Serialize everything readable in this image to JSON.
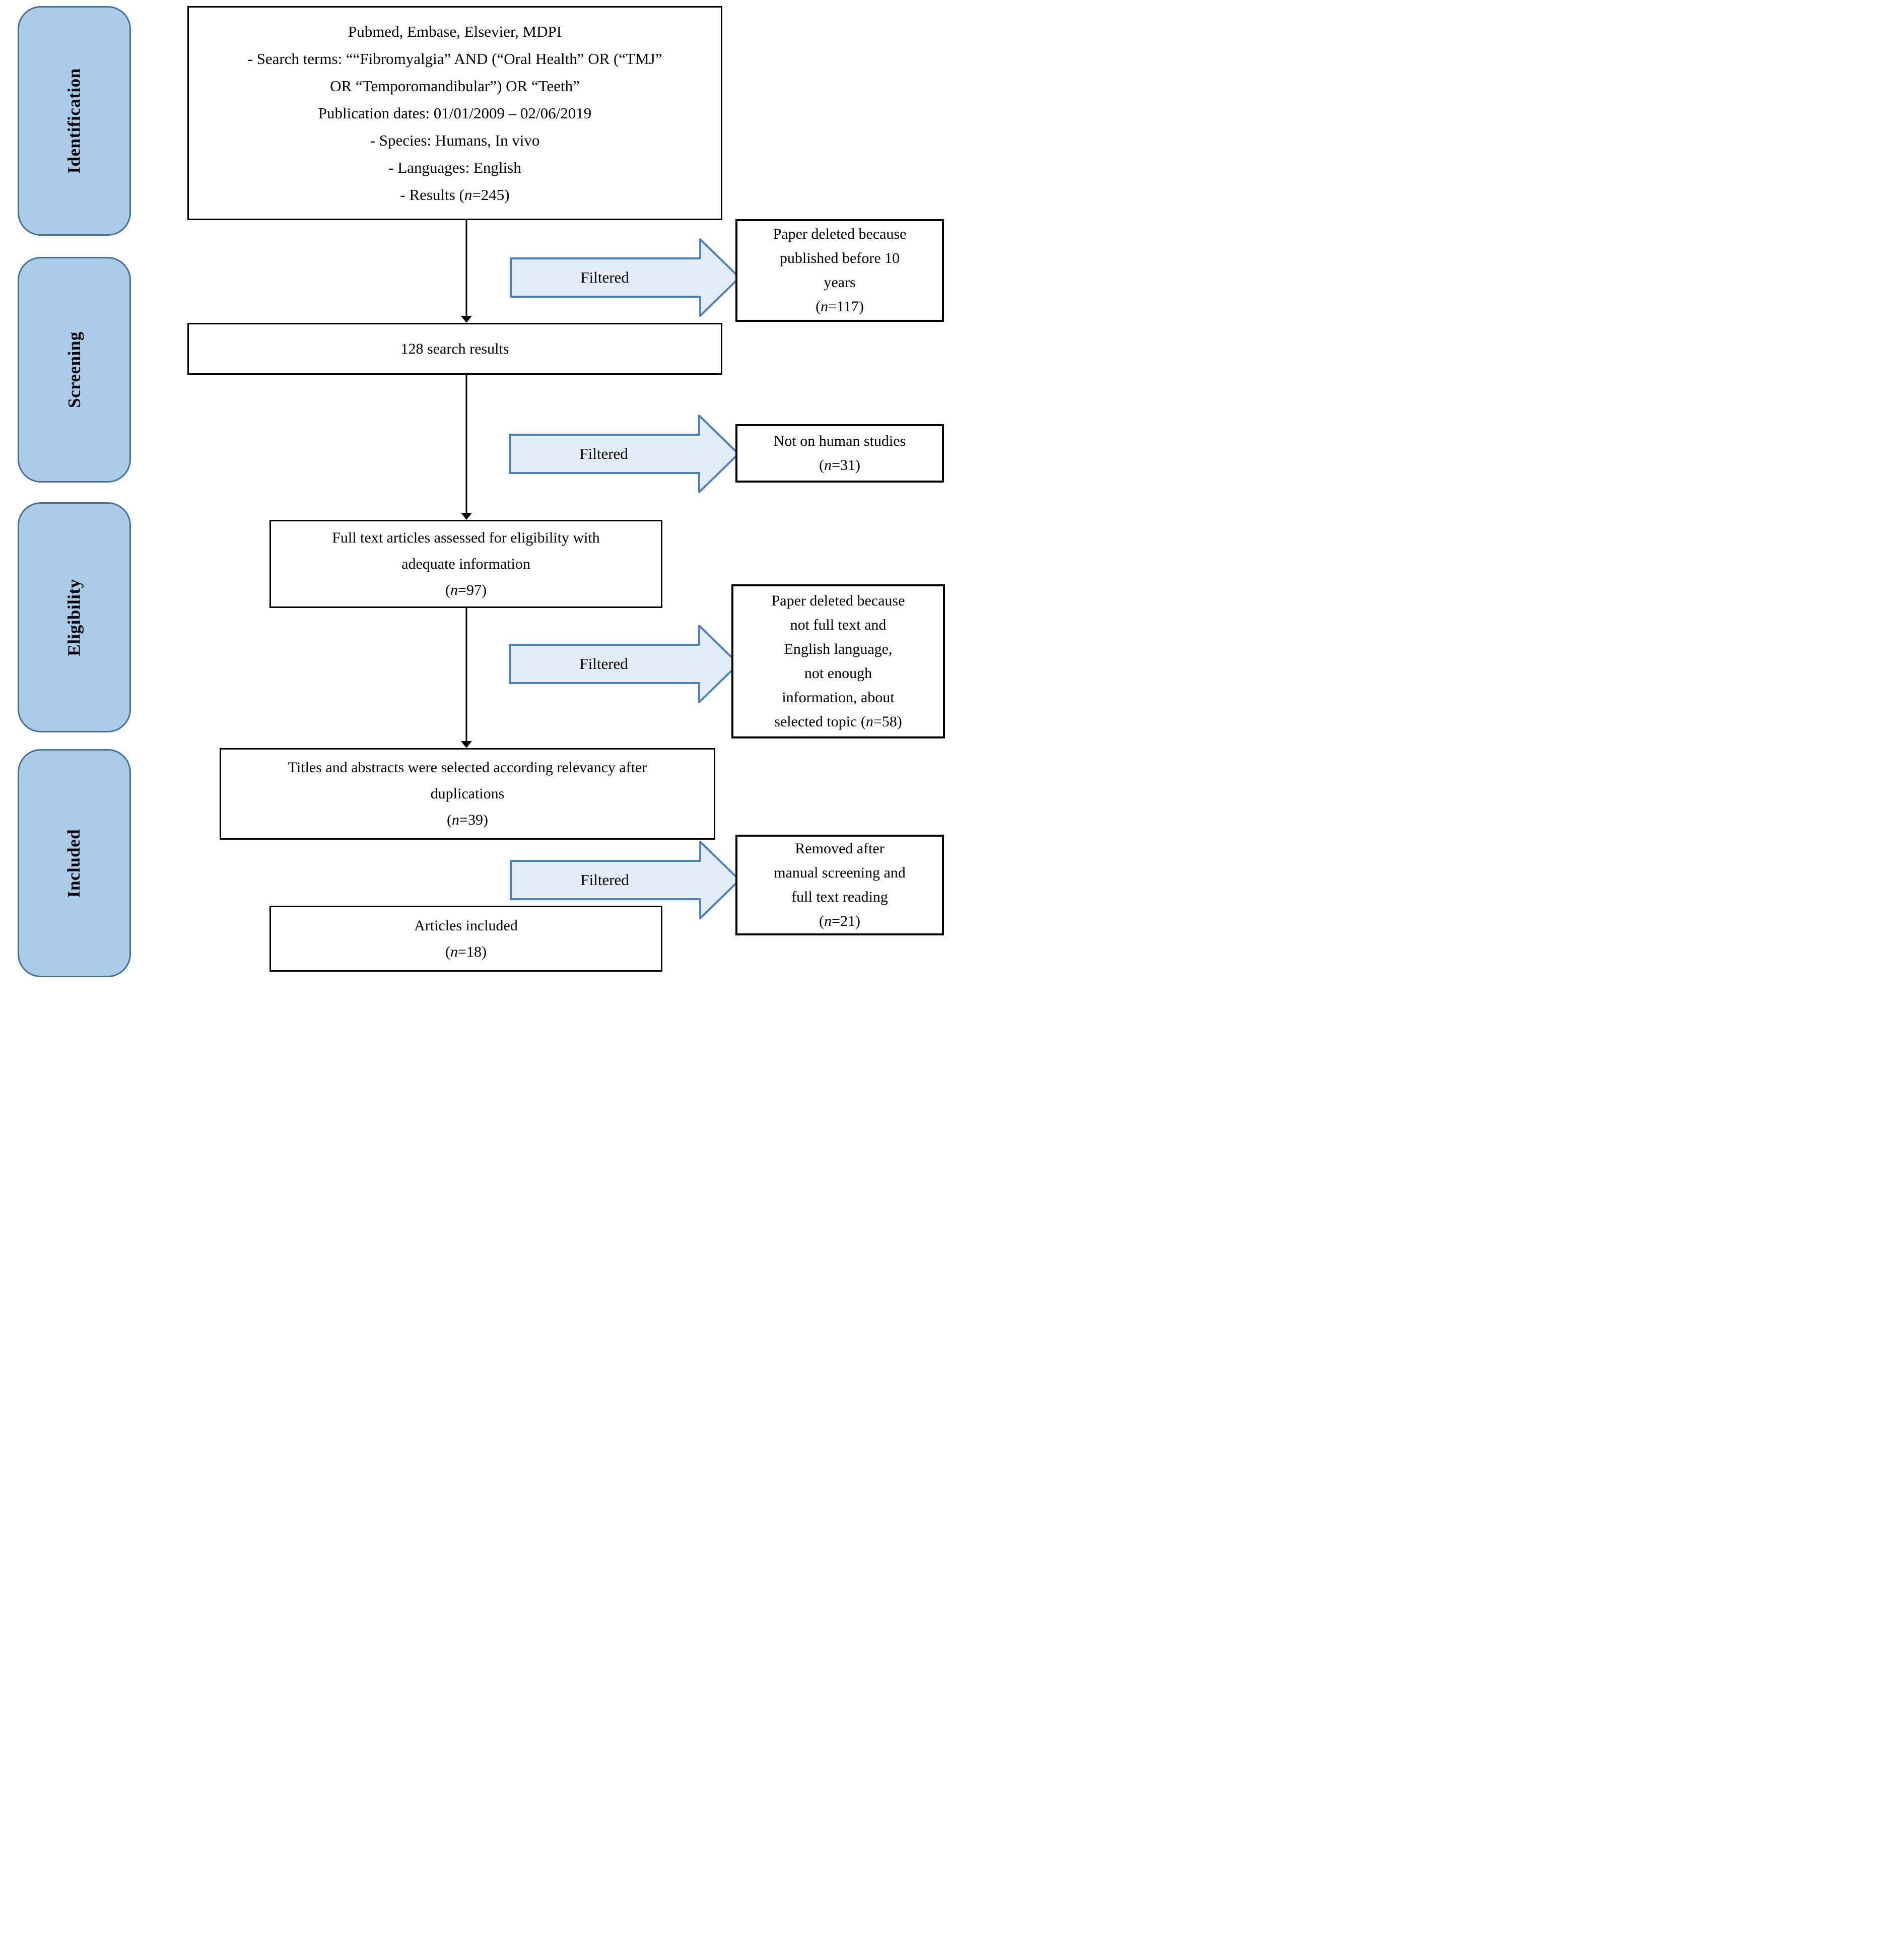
{
  "stages": [
    {
      "label": "Identification"
    },
    {
      "label": "Screening"
    },
    {
      "label": "Eligibility"
    },
    {
      "label": "Included"
    }
  ],
  "flow": {
    "search": {
      "lines": [
        "Pubmed, Embase, Elsevier, MDPI",
        "- Search terms: ““Fibromyalgia” AND (“Oral Health” OR (“TMJ”",
        "OR “Temporomandibular”) OR “Teeth”",
        "Publication dates: 01/01/2009 – 02/06/2019",
        "- Species: Humans, In vivo",
        "- Languages: English",
        "- Results (n=245)"
      ]
    },
    "results128": {
      "lines": [
        "128 search results"
      ]
    },
    "fulltext": {
      "lines": [
        "Full text articles assessed for eligibility with",
        "adequate information",
        "(n=97)"
      ]
    },
    "titles": {
      "lines": [
        "Titles and abstracts were selected according relevancy after",
        "duplications",
        "(n=39)"
      ]
    },
    "included": {
      "lines": [
        "Articles included",
        "(n=18)"
      ]
    }
  },
  "filters": [
    {
      "label": "Filtered",
      "box_lines": [
        "Paper deleted because",
        "published before 10",
        "years",
        "(n=117)"
      ]
    },
    {
      "label": "Filtered",
      "box_lines": [
        "Not on human studies",
        "(n=31)"
      ]
    },
    {
      "label": "Filtered",
      "box_lines": [
        "Paper deleted because",
        "not full text and",
        "English language,",
        "not enough",
        "information, about",
        "selected topic (n=58)"
      ]
    },
    {
      "label": "Filtered",
      "box_lines": [
        "Removed after",
        "manual screening and",
        "full text reading",
        "(n=21)"
      ]
    }
  ],
  "colors": {
    "stage_fill": "#abcbe8",
    "stage_border": "#41719c",
    "arrow_fill": "#e1ecf7",
    "arrow_border": "#4f81bd",
    "box_border": "#000000",
    "text": "#000000"
  }
}
